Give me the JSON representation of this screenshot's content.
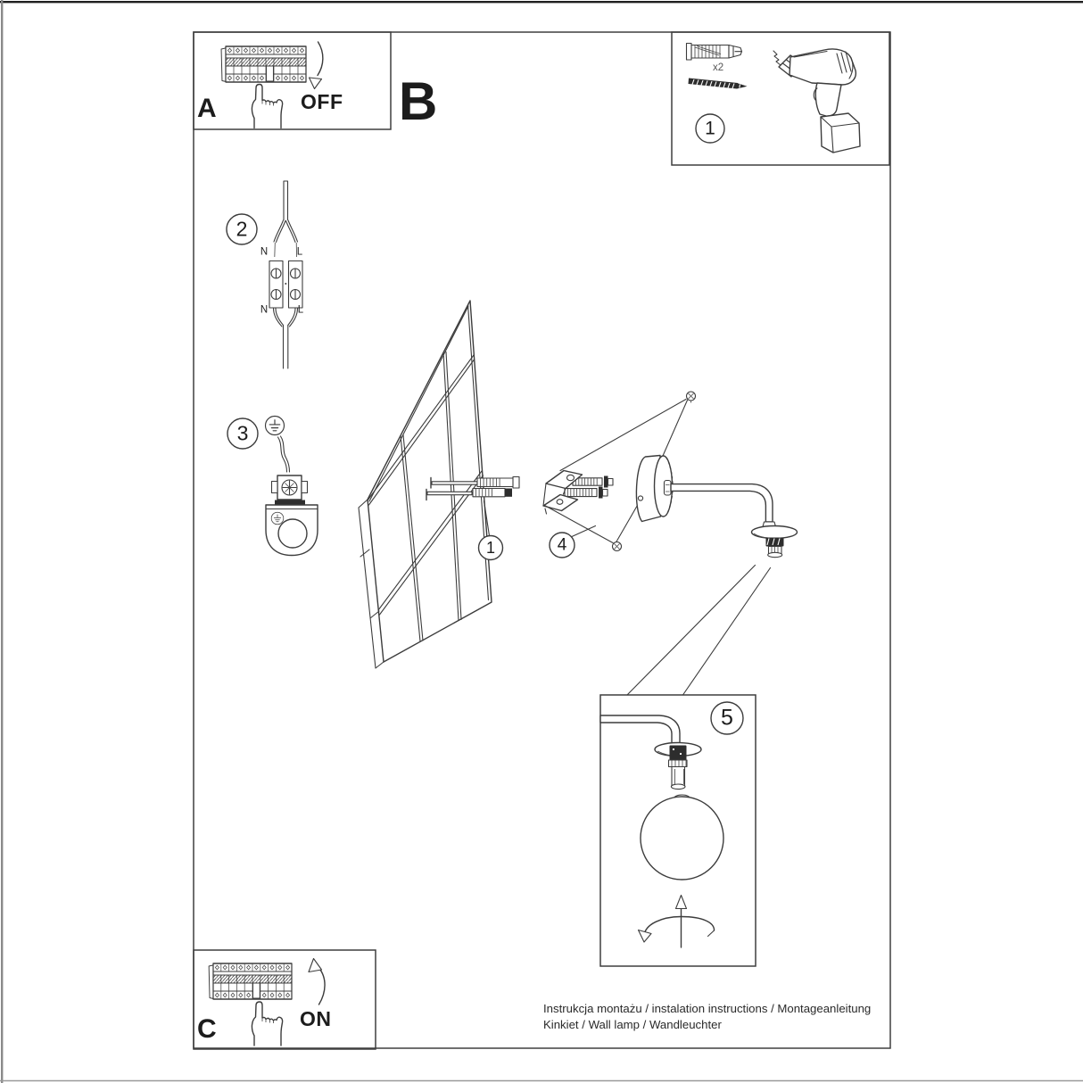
{
  "labels": {
    "section_a": "A",
    "section_b": "B",
    "section_c": "C",
    "power_off": "OFF",
    "power_on": "ON",
    "anchor_qty": "x2",
    "neutral": "N",
    "live": "L",
    "step_1": "1",
    "step_2": "2",
    "step_3": "3",
    "step_4": "4",
    "step_5": "5"
  },
  "footer": {
    "line1": "Instrukcja montażu / instalation instructions / Montageanleitung",
    "line2": "Kinkiet / Wall lamp / Wandleuchter"
  },
  "colors": {
    "line": "#3c3c3c",
    "dark_fill": "#2d2d2d",
    "paper": "#ffffff",
    "border": "#444444"
  }
}
